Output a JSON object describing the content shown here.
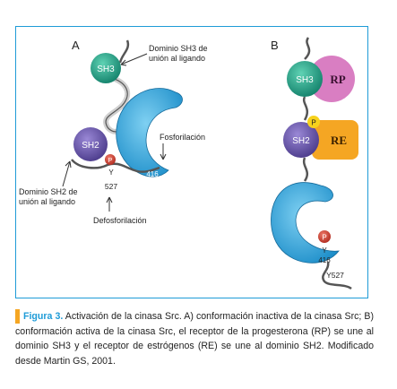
{
  "panels": {
    "a": "A",
    "b": "B"
  },
  "domains": {
    "sh3": "SH3",
    "sh2": "SH2",
    "phospho": "P",
    "tyr": "Y",
    "rp": "RP",
    "re": "RE"
  },
  "annotations": {
    "sh3_line1": "Dominio SH3 de",
    "sh3_line2": "unión al ligando",
    "fosforilacion": "Fosforilación",
    "sh2_line1": "Dominio SH2 de",
    "sh2_line2": "unión al ligando",
    "defosforilacion": "Defosforilación",
    "res_416": "416",
    "res_527": "527",
    "res_y527": "Y527"
  },
  "caption": {
    "label": "Figura 3.",
    "text": " Activación de la cinasa Src. A) conformación inactiva de la cinasa Src; B) conformación activa de la cinasa Src, el receptor de la progesterona (RP) se une al dominio SH3 y el receptor de estrógenos (RE) se une al dominio SH2. Modificado desde Martin GS, 2001."
  },
  "colors": {
    "border": "#1e9bd7",
    "accent_bar": "#f5a623",
    "sh3": "#1a9a7e",
    "sh2": "#6a58a8",
    "kinase": "#2aa6dc",
    "phospho_red": "#d0392b",
    "phospho_yellow": "#f7d21c",
    "rp": "#d97ec2",
    "re": "#f5a623"
  }
}
